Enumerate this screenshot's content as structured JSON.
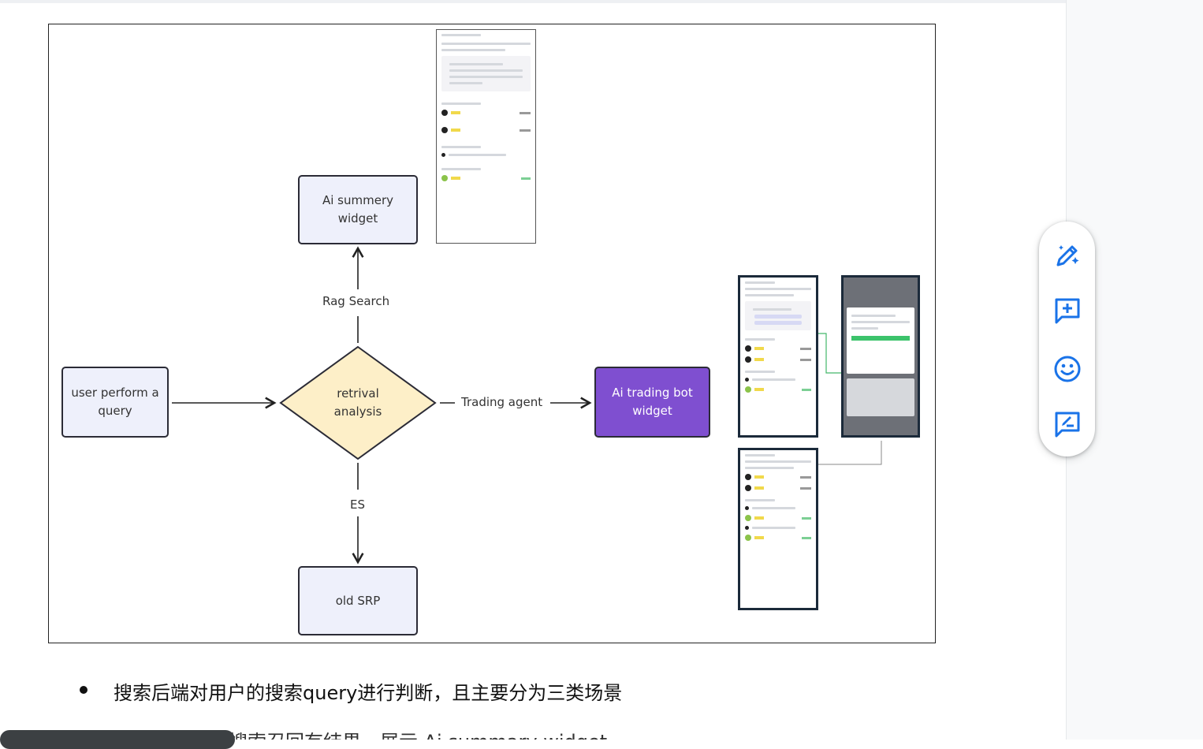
{
  "flowchart": {
    "nodes": {
      "user_query": "user perform a query",
      "retrival": "retrival analysis",
      "ai_summary": "Ai summery widget",
      "old_srp": "old SRP",
      "ai_trading": "Ai trading bot widget"
    },
    "edges": {
      "rag": "Rag Search",
      "es": "ES",
      "trading": "Trading agent"
    }
  },
  "document": {
    "bullet": "搜索后端对用户的搜索query进行判断，且主要分为三类场景",
    "next_line_partial": "搜索召回有结果，展示 Ai summary widget"
  },
  "toolbar": {
    "items": [
      "ai-edit-icon",
      "add-comment-icon",
      "emoji-reaction-icon",
      "suggest-edit-icon"
    ]
  },
  "colors": {
    "accent_blue": "#1a73e8",
    "node_fill": "#eef0fb",
    "decision_fill": "#fdefc8",
    "trading_widget": "#7f4fd0"
  }
}
